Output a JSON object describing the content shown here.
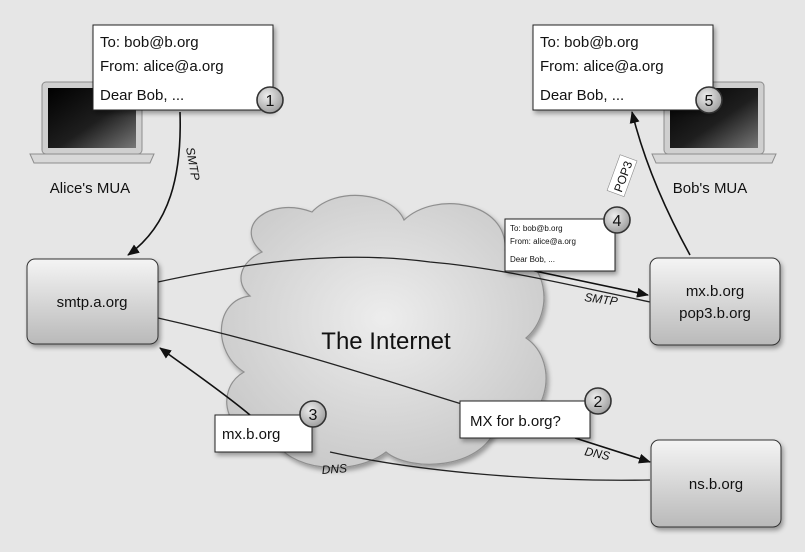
{
  "alice_mua": {
    "label": "Alice's MUA",
    "email": {
      "to": "To: bob@b.org",
      "from": "From: alice@a.org",
      "body": "Dear Bob, ...",
      "step": "1"
    }
  },
  "bob_mua": {
    "label": "Bob's MUA",
    "email": {
      "to": "To: bob@b.org",
      "from": "From: alice@a.org",
      "body": "Dear Bob, ...",
      "step": "5"
    }
  },
  "servers": {
    "smtp_a": "smtp.a.org",
    "mx_b_line1": "mx.b.org",
    "mx_b_line2": "pop3.b.org",
    "ns_b": "ns.b.org"
  },
  "internet_label": "The Internet",
  "relay_email": {
    "to": "To: bob@b.org",
    "from": "From: alice@a.org",
    "body": "Dear Bob, ...",
    "step": "4"
  },
  "dns_query": {
    "text": "MX for b.org?",
    "step": "2"
  },
  "dns_answer": {
    "text": "mx.b.org",
    "step": "3"
  },
  "protocols": {
    "smtp_1": "SMTP",
    "smtp_2": "SMTP",
    "pop3": "POP3",
    "dns_1": "DNS",
    "dns_2": "DNS"
  }
}
